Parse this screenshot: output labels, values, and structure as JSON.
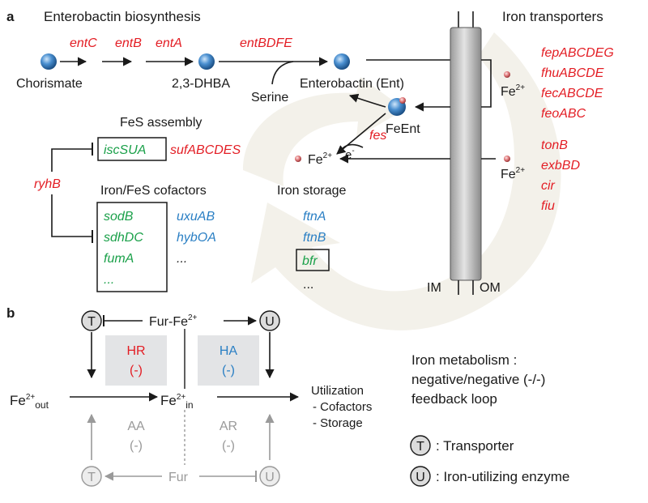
{
  "panel_a": {
    "label": "a",
    "biosynthesis_title": "Enterobactin biosynthesis",
    "transporters_title": "Iron transporters",
    "genes": {
      "entC": "entC",
      "entB": "entB",
      "entA": "entA",
      "entBDFE": "entBDFE",
      "fes": "fes"
    },
    "metabolites": {
      "chorismate": "Chorismate",
      "dhba": "2,3-DHBA",
      "serine": "Serine",
      "enterobactin": "Enterobactin (Ent)",
      "feent": "FeEnt"
    },
    "fe2": "Fe",
    "fe2_sup": "2+",
    "electron": "e",
    "electron_sup": "-",
    "transporter_genes_top": [
      "fepABCDEG",
      "fhuABCDE",
      "fecABCDE",
      "feoABC"
    ],
    "transporter_genes_bottom": [
      "tonB",
      "exbBD",
      "cir",
      "fiu"
    ],
    "fes_assembly_title": "FeS assembly",
    "fes_assembly_genes": {
      "boxed": "iscSUA",
      "other": "sufABCDES"
    },
    "ryhB": "ryhB",
    "cofactors_title": "Iron/FeS cofactors",
    "cofactor_genes_green": [
      "sodB",
      "sdhDC",
      "fumA",
      "..."
    ],
    "cofactor_genes_blue": [
      "uxuAB",
      "hybOA",
      "..."
    ],
    "storage_title": "Iron storage",
    "storage_genes_blue": [
      "ftnA",
      "ftnB"
    ],
    "storage_gene_boxed": "bfr",
    "storage_more": "...",
    "membranes": {
      "inner": "IM",
      "outer": "OM"
    }
  },
  "panel_b": {
    "label": "b",
    "T": "T",
    "U": "U",
    "fur_fe": "Fur-Fe",
    "fur_fe_sup": "2+",
    "fur": "Fur",
    "HR": "HR",
    "HA": "HA",
    "AA": "AA",
    "AR": "AR",
    "neg": "(-)",
    "fe_out": "Fe",
    "fe_out_sup": "2+",
    "fe_out_sub": "out",
    "fe_in": "Fe",
    "fe_in_sup": "2+",
    "fe_in_sub": "in",
    "utilization": "Utilization",
    "cofactors": "- Cofactors",
    "storage": "- Storage",
    "summary": [
      "Iron metabolism :",
      "negative/negative (-/-)",
      "feedback loop"
    ],
    "legend_T": ": Transporter",
    "legend_U": ": Iron-utilizing enzyme"
  },
  "colors": {
    "gene_red": "#e31d24",
    "gene_green": "#1aa049",
    "gene_blue": "#2a7fc4",
    "grey": "#9a9a9a",
    "box_fill": "#e3e4e6",
    "bead": "#4a8fd0"
  }
}
